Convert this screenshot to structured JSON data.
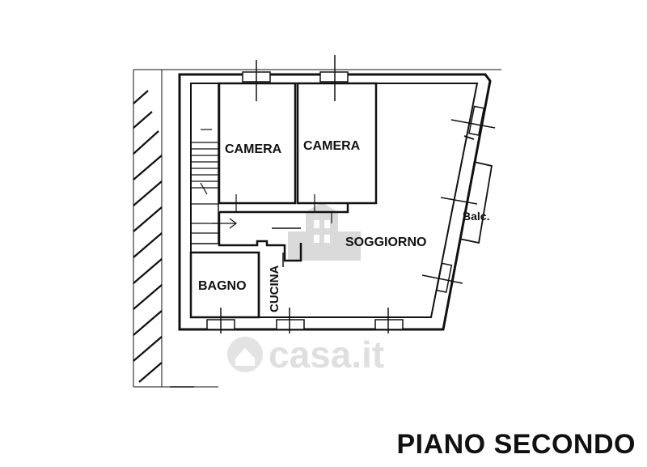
{
  "rooms": {
    "camera_1": "CAMERA",
    "camera_2": "CAMERA",
    "soggiorno": "SOGGIORNO",
    "bagno": "BAGNO",
    "cucina": "CUCINA",
    "balcone": "Balc."
  },
  "floor_title": "PIANO SECONDO",
  "watermark": {
    "text": "casa.it",
    "icon": "house-logo-icon"
  },
  "colors": {
    "ink": "#111111",
    "watermark": "#d9d9d9",
    "background": "#ffffff"
  }
}
